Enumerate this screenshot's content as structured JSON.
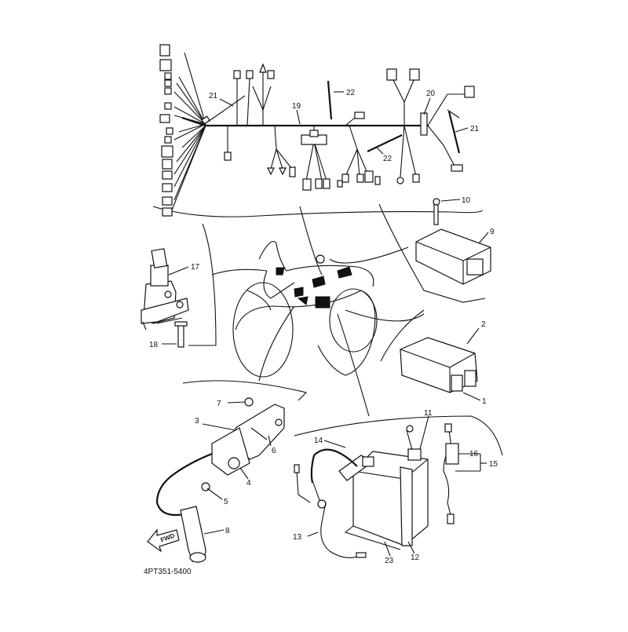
{
  "diagram": {
    "drawing_code": "4PT351-5400",
    "direction_marker": "FWD",
    "callouts": [
      {
        "key": "c1",
        "label": "1"
      },
      {
        "key": "c2",
        "label": "2"
      },
      {
        "key": "c3",
        "label": "3"
      },
      {
        "key": "c4",
        "label": "4"
      },
      {
        "key": "c5",
        "label": "5"
      },
      {
        "key": "c6",
        "label": "6"
      },
      {
        "key": "c7",
        "label": "7"
      },
      {
        "key": "c8",
        "label": "8"
      },
      {
        "key": "c9",
        "label": "9"
      },
      {
        "key": "c10",
        "label": "10"
      },
      {
        "key": "c11",
        "label": "11"
      },
      {
        "key": "c12",
        "label": "12"
      },
      {
        "key": "c13",
        "label": "13"
      },
      {
        "key": "c14",
        "label": "14"
      },
      {
        "key": "c15",
        "label": "15"
      },
      {
        "key": "c16",
        "label": "16"
      },
      {
        "key": "c17",
        "label": "17"
      },
      {
        "key": "c18",
        "label": "18"
      },
      {
        "key": "c19",
        "label": "19"
      },
      {
        "key": "c20",
        "label": "20"
      },
      {
        "key": "c21a",
        "label": "21"
      },
      {
        "key": "c21b",
        "label": "21"
      },
      {
        "key": "c22a",
        "label": "22"
      },
      {
        "key": "c22b",
        "label": "22"
      },
      {
        "key": "c23",
        "label": "23"
      }
    ]
  }
}
